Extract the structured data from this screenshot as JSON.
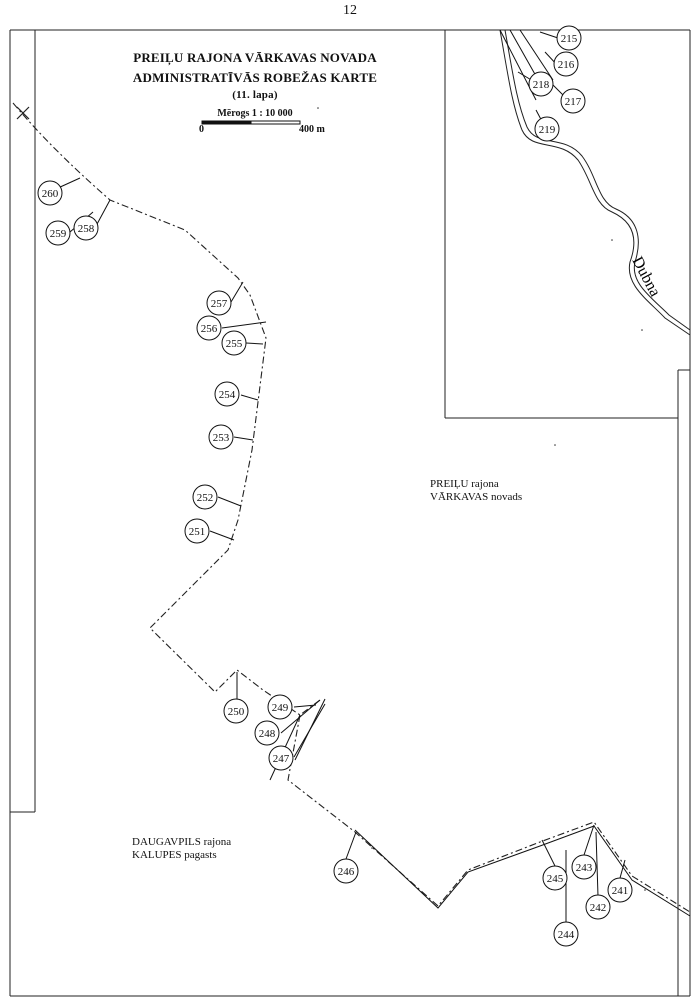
{
  "page_number": "12",
  "title": {
    "line1": "PREIĻU RAJONA VĀRKAVAS NOVADA",
    "line2": "ADMINISTRATĪVĀS ROBEŽAS KARTE",
    "sheet": "(11. lapa)"
  },
  "scale": {
    "label": "Mērogs 1 : 10 000",
    "start": "0",
    "end": "400 m"
  },
  "regions": {
    "preili": {
      "line1": "PREIĻU rajona",
      "line2": "VĀRKAVAS novads"
    },
    "daugavpils": {
      "line1": "DAUGAVPILS rajona",
      "line2": "KALUPES pagasts"
    }
  },
  "river": "Dubna",
  "markers": [
    "215",
    "216",
    "217",
    "218",
    "219",
    "260",
    "259",
    "258",
    "257",
    "256",
    "255",
    "254",
    "253",
    "252",
    "251",
    "250",
    "249",
    "248",
    "247",
    "246",
    "245",
    "243",
    "242",
    "241",
    "244"
  ]
}
